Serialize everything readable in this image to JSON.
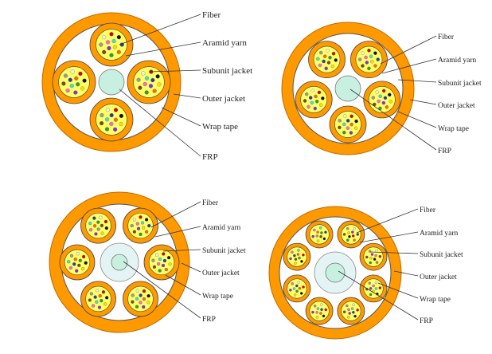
{
  "colors": {
    "outer_jacket": "#ff9900",
    "outer_jacket_stroke": "#c06a00",
    "wrap_tape": "#ffffff",
    "subunit_jacket": "#ff9900",
    "aramid_yarn": "#ffff66",
    "frp": "#c8f0e0",
    "frp_ring": "#e4f4f4",
    "leader": "#333333",
    "fiber_colors": [
      "#1f3ea8",
      "#ff6a00",
      "#2e9e2e",
      "#7a4a1a",
      "#9a9a9a",
      "#f0f0f0",
      "#d40000",
      "#111111",
      "#ffe000",
      "#8a2be2",
      "#ff66cc",
      "#40e0d0"
    ]
  },
  "diagrams": [
    {
      "name": "4-subunit-cable",
      "labels": [
        "Fiber",
        "Aramid yarn",
        "Subunit jacket",
        "Outer jacket",
        "Wrap tape",
        "FRP"
      ]
    },
    {
      "name": "5-subunit-cable",
      "labels": [
        "Fiber",
        "Aramid yarn",
        "Subunit jacket",
        "Outer jacket",
        "Wrap tape",
        "FRP"
      ]
    },
    {
      "name": "6-subunit-cable",
      "labels": [
        "Fiber",
        "Aramid yarn",
        "Subunit jacket",
        "Outer jacket",
        "Wrap tape",
        "FRP"
      ]
    },
    {
      "name": "8-subunit-cable",
      "labels": [
        "Fiber",
        "Aramid yarn",
        "Subunit jacket",
        "Outer jacket",
        "Wrap tape",
        "FRP"
      ]
    }
  ]
}
